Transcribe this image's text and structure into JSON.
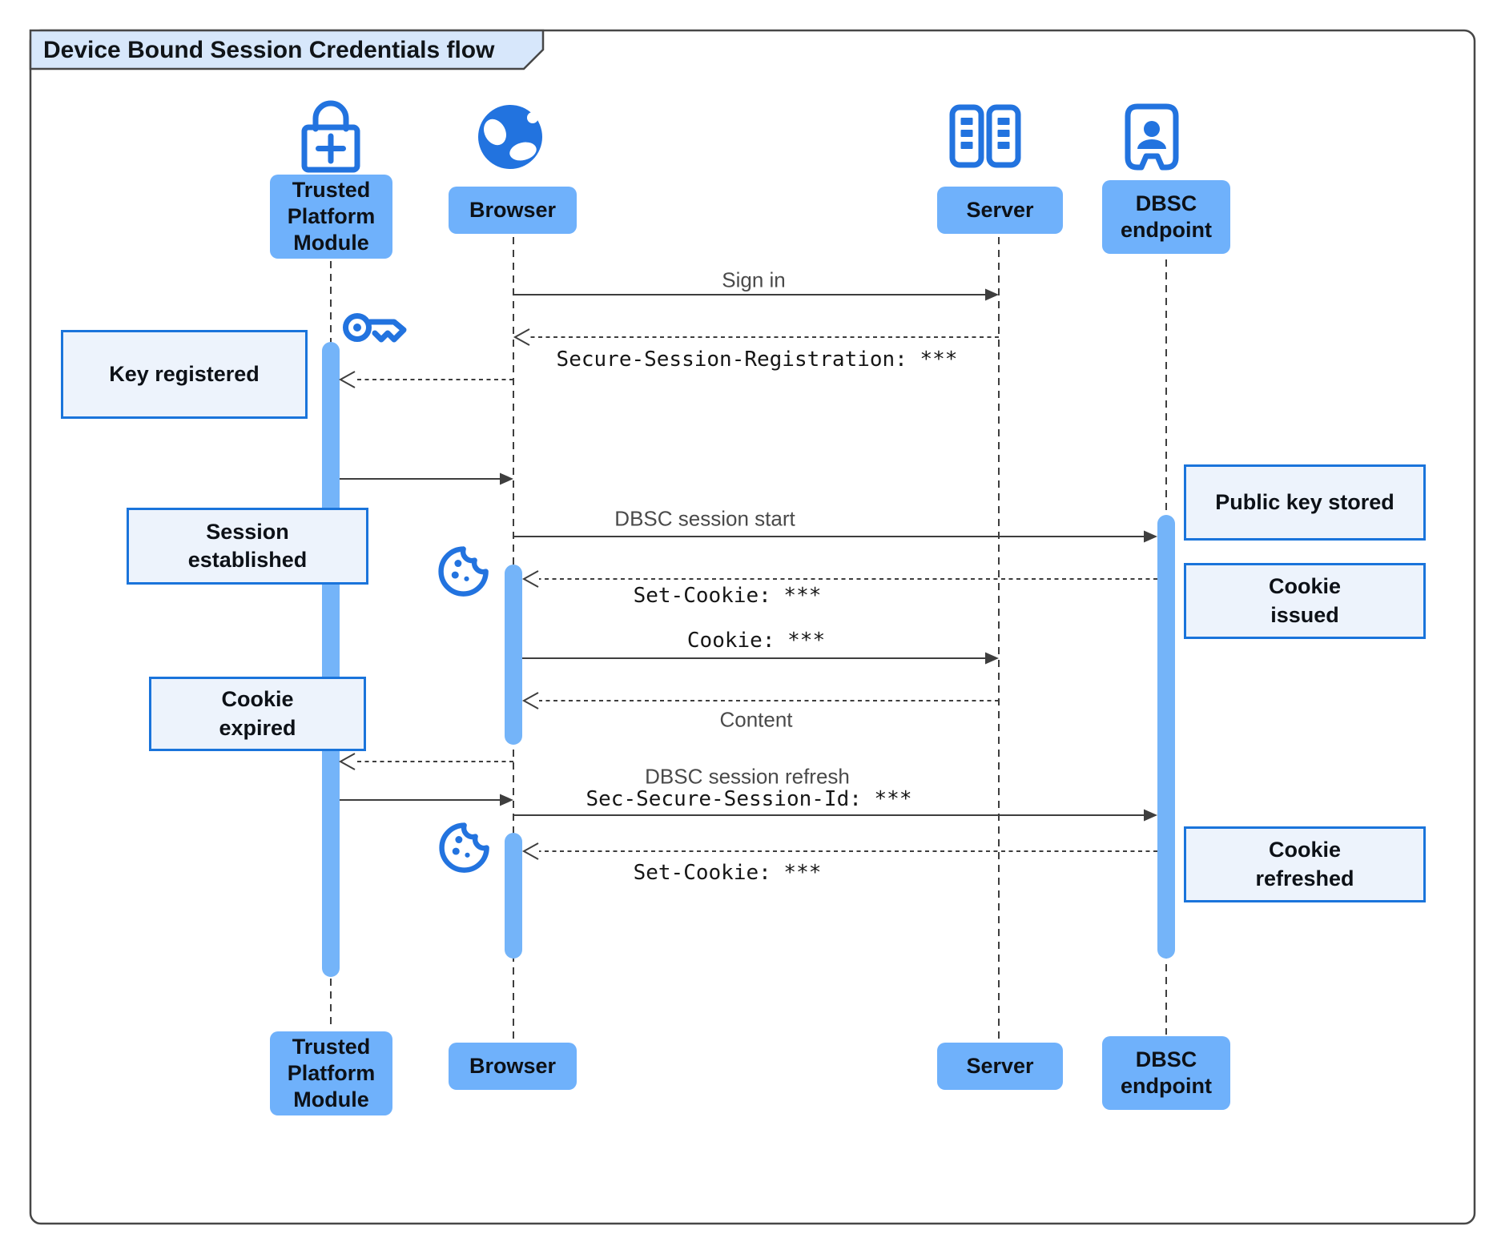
{
  "title": "Device Bound Session Credentials flow",
  "diagram_type": "sequence-diagram",
  "actors": {
    "tpm": {
      "label": "Trusted\nPlatform\nModule",
      "icon": "lock-plus-icon"
    },
    "browser": {
      "label": "Browser",
      "icon": "globe-icon"
    },
    "server": {
      "label": "Server",
      "icon": "server-racks-icon"
    },
    "dbsc": {
      "label": "DBSC\nendpoint",
      "icon": "id-badge-person-icon"
    }
  },
  "messages": {
    "sign_in": "Sign in",
    "secure_session_registration": "Secure-Session-Registration: ***",
    "dbsc_session_start": "DBSC session start",
    "set_cookie_issued": "Set-Cookie: ***",
    "cookie": "Cookie: ***",
    "content": "Content",
    "dbsc_session_refresh": "DBSC session refresh",
    "sec_secure_session_id": "Sec-Secure-Session-Id: ***",
    "set_cookie_refreshed": "Set-Cookie: ***"
  },
  "notes": {
    "key_registered": "Key registered",
    "session_established": "Session\nestablished",
    "cookie_expired": "Cookie\nexpired",
    "public_key_stored": "Public key stored",
    "cookie_issued": "Cookie\nissued",
    "cookie_refreshed": "Cookie\nrefreshed"
  },
  "decorative_icons": {
    "key_event": "key-icon",
    "cookie_event_1": "cookie-icon",
    "cookie_event_2": "cookie-icon"
  },
  "colors": {
    "icon_blue": "#2273DF",
    "actor_fill": "#6FB1FB",
    "activation_fill": "#74B4F9",
    "note_fill": "#EDF3FC",
    "note_border": "#1A74DB",
    "title_fill": "#D7E7FB",
    "frame_border": "#474747",
    "line_color": "#3E3E3E",
    "label_color": "#4A4A4A",
    "mono_color": "#161616"
  }
}
